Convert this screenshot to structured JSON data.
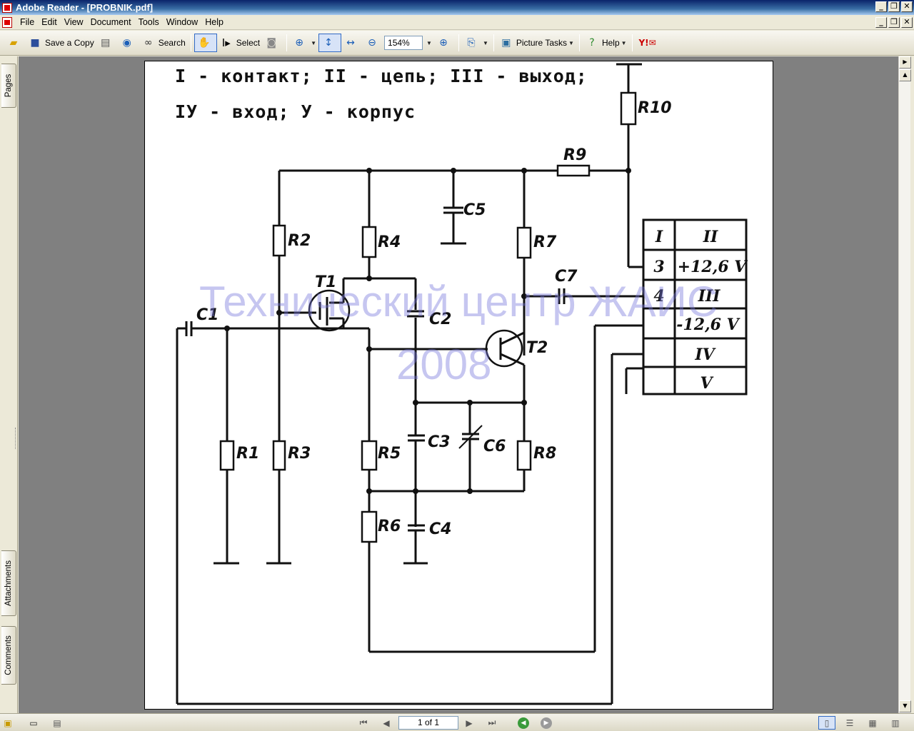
{
  "window": {
    "title": "Adobe Reader - [PROBNIK.pdf]"
  },
  "menu": [
    "File",
    "Edit",
    "View",
    "Document",
    "Tools",
    "Window",
    "Help"
  ],
  "toolbar": {
    "save_copy": "Save a Copy",
    "search": "Search",
    "select": "Select",
    "zoom": "154%",
    "picture_tasks": "Picture Tasks",
    "help": "Help"
  },
  "side_tabs": {
    "pages": "Pages",
    "attachments": "Attachments",
    "comments": "Comments"
  },
  "document": {
    "legend_line1": "I - контакт; II - цепь; III - выход;",
    "legend_line2": "IУ - вход; У - корпус",
    "watermark_line1": "Технический центр ЖАИС",
    "watermark_line2": "2008",
    "components": {
      "r10": "R10",
      "r9": "R9",
      "r2": "R2",
      "r4": "R4",
      "c5": "C5",
      "r7": "R7",
      "t1": "T1",
      "c7": "C7",
      "c1": "C1",
      "c2": "C2",
      "t2": "T2",
      "r1": "R1",
      "r3": "R3",
      "r5": "R5",
      "c3": "C3",
      "c6": "C6",
      "r8": "R8",
      "r6": "R6",
      "c4": "C4"
    },
    "table": {
      "header": [
        "I",
        "II"
      ],
      "rows": [
        [
          "3",
          "+12,6 V"
        ],
        [
          "4",
          "III"
        ],
        [
          "",
          "-12,6 V"
        ],
        [
          "",
          "IV"
        ],
        [
          "",
          "V"
        ]
      ]
    }
  },
  "status": {
    "page_indicator": "1 of 1"
  }
}
